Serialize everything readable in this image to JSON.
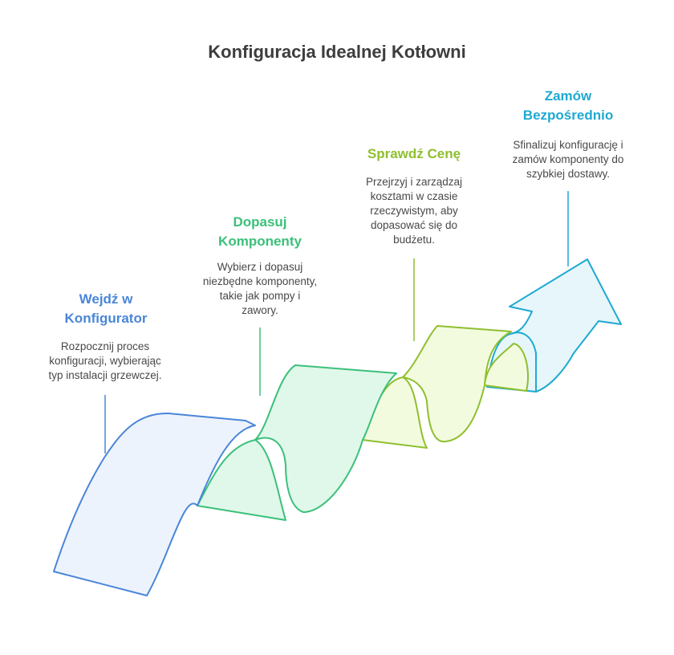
{
  "title": "Konfiguracja Idealnej Kotłowni",
  "colors": {
    "step1": "#4a86d8",
    "step2": "#3cc07a",
    "step3": "#8fbf2f",
    "step4": "#1fa9d1",
    "text": "#484848"
  },
  "steps": [
    {
      "title": "Wejdź w\nKonfigurator",
      "description": "Rozpocznij proces\nkonfiguracji, wybierając\ntyp instalacji grzewczej."
    },
    {
      "title": "Dopasuj\nKomponenty",
      "description": "Wybierz i dopasuj\nniezbędne komponenty,\ntakie jak pompy i\nzawory."
    },
    {
      "title": "Sprawdź Cenę",
      "description": "Przejrzyj i zarządzaj\nkosztami w czasie\nrzeczywistym, aby\ndopasować się do\nbudżetu."
    },
    {
      "title": "Zamów\nBezpośrednio",
      "description": "Sfinalizuj konfigurację i\nzamów komponenty do\nszybkiej dostawy."
    }
  ]
}
